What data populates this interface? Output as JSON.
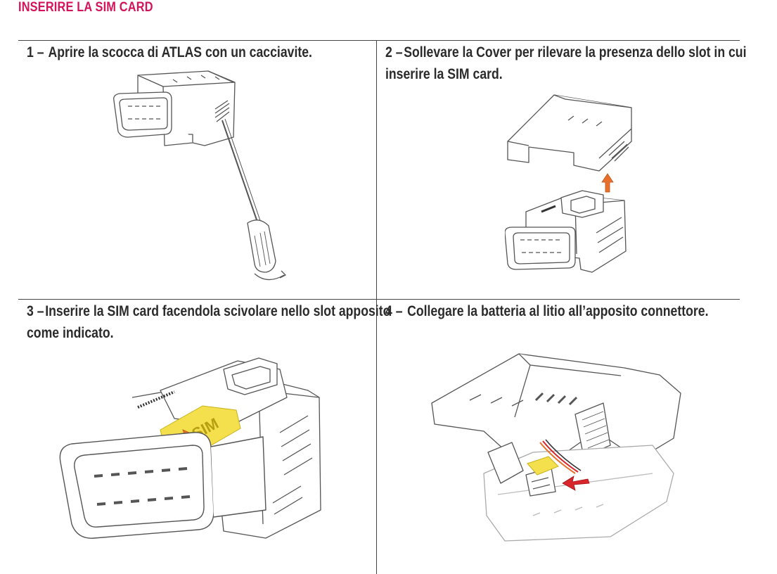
{
  "page": {
    "title": "INSERIRE LA SIM CARD",
    "accent_color": "#d4145a"
  },
  "steps": [
    {
      "number": "1 –",
      "lines": [
        "Aprire la scocca di ATLAS con un cacciavite."
      ],
      "figure": "screwdriver-opening-case"
    },
    {
      "number": "2 –",
      "lines": [
        "Sollevare la Cover per rilevare la presenza dello slot in cui",
        "inserire la SIM card."
      ],
      "figure": "lifting-cover"
    },
    {
      "number": "3 –",
      "lines": [
        "Inserire la SIM card facendola scivolare nello slot apposito",
        "come indicato."
      ],
      "figure": "sim-insertion"
    },
    {
      "number": "4 –",
      "lines": [
        "Collegare la batteria al litio all’apposito connettore."
      ],
      "figure": "battery-connector"
    }
  ],
  "figures": {
    "sim_label": "SIM",
    "sim_color": "#f4e04d",
    "arrow_color": "#e8702a",
    "battery_arrow_color": "#d8262c"
  }
}
